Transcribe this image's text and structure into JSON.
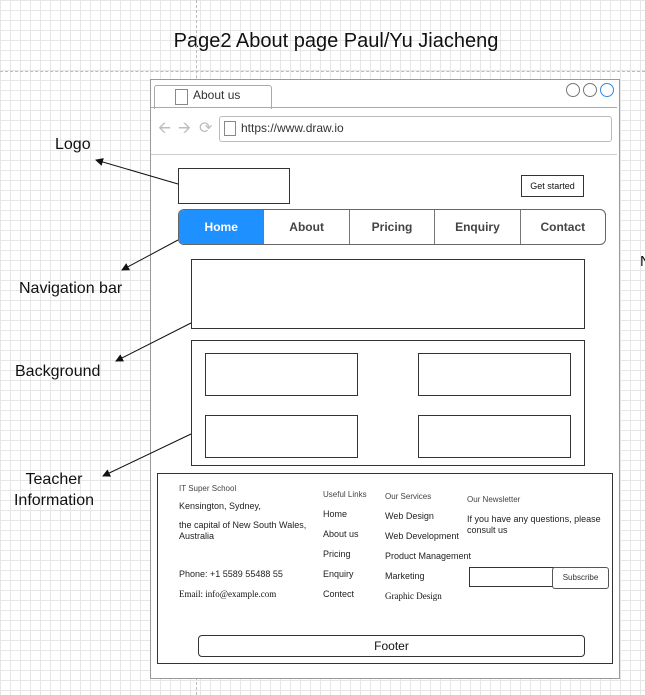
{
  "page_title": "Page2 About page Paul/Yu Jiacheng",
  "edge_text": "N",
  "annotations": {
    "logo": "Logo",
    "navigation": "Navigation bar",
    "background": "Background",
    "teacher_line1": "Teacher",
    "teacher_line2": "Information"
  },
  "browser": {
    "tab_label": "About us",
    "url": "https://www.draw.io"
  },
  "header": {
    "cta_label": "Get started"
  },
  "nav": {
    "items": [
      "Home",
      "About",
      "Pricing",
      "Enquiry",
      "Contact"
    ],
    "active_index": 0,
    "active_color": "#1e90ff"
  },
  "footer": {
    "school": {
      "name": "IT Super School",
      "address1": "Kensington, Sydney,",
      "address2": "the capital of New South Wales, Australia",
      "phone": "Phone: +1 5589 55488 55",
      "email": "Email: info@example.com"
    },
    "useful_links": {
      "heading": "Useful Links",
      "items": [
        "Home",
        "About us",
        "Pricing",
        "Enquiry",
        "Contect"
      ]
    },
    "services": {
      "heading": "Our Services",
      "items": [
        "Web Design",
        "Web Development",
        "Product Management",
        "Marketing",
        "Graphic Design"
      ]
    },
    "newsletter": {
      "heading": "Our Newsletter",
      "text": "If you have any questions, please consult us",
      "button": "Subscribe"
    },
    "label": "Footer"
  }
}
